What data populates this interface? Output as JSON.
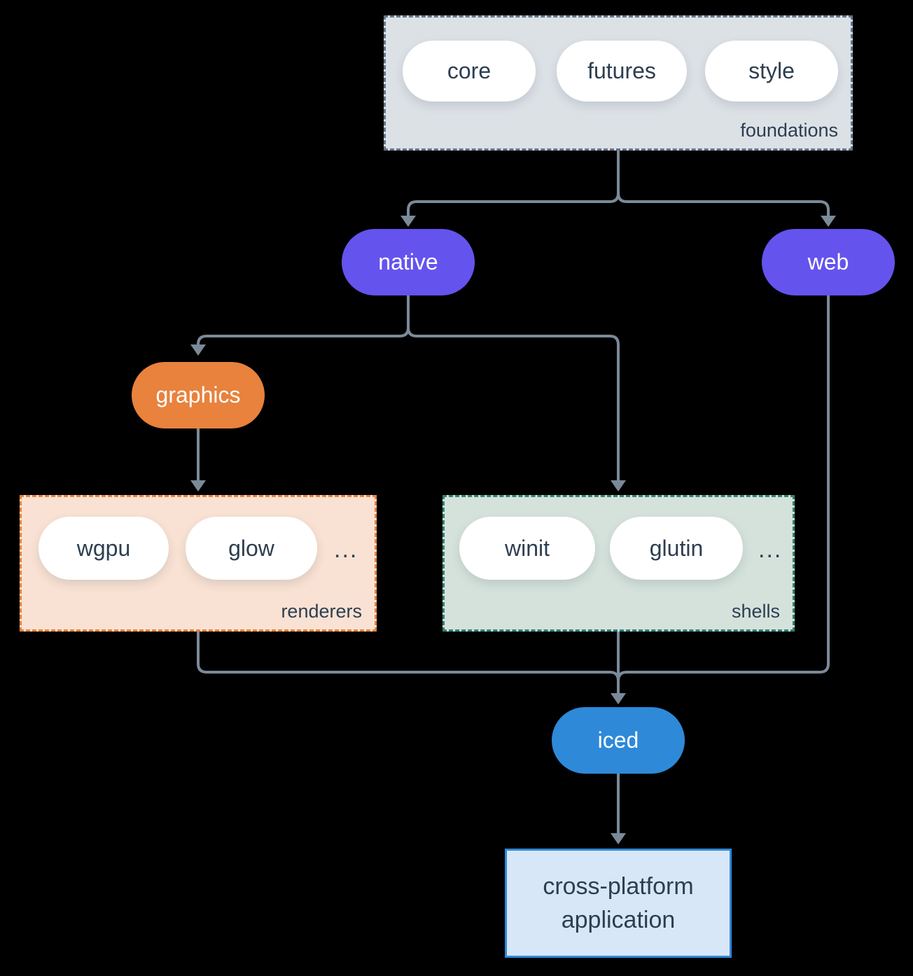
{
  "colors": {
    "background": "#000000",
    "connector": "#7b8a99",
    "text": "#2d3e50",
    "pill-bg": "#ffffff",
    "node-purple": "#6553ee",
    "node-orange": "#e8823d",
    "node-blue": "#2e89d8",
    "foundations-bg": "#dce1e6",
    "foundations-border": "#64748b",
    "renderers-bg": "#f9e2d3",
    "renderers-border": "#e8823d",
    "shells-bg": "#d5e2dc",
    "shells-border": "#2f8173",
    "app-bg": "#d7e7f8",
    "app-border": "#2e89d8"
  },
  "groups": {
    "foundations": {
      "label": "foundations",
      "items": [
        "core",
        "futures",
        "style"
      ]
    },
    "renderers": {
      "label": "renderers",
      "items": [
        "wgpu",
        "glow"
      ],
      "more": "..."
    },
    "shells": {
      "label": "shells",
      "items": [
        "winit",
        "glutin"
      ],
      "more": "..."
    }
  },
  "nodes": {
    "native": "native",
    "web": "web",
    "graphics": "graphics",
    "iced": "iced",
    "app": "cross-platform application"
  }
}
